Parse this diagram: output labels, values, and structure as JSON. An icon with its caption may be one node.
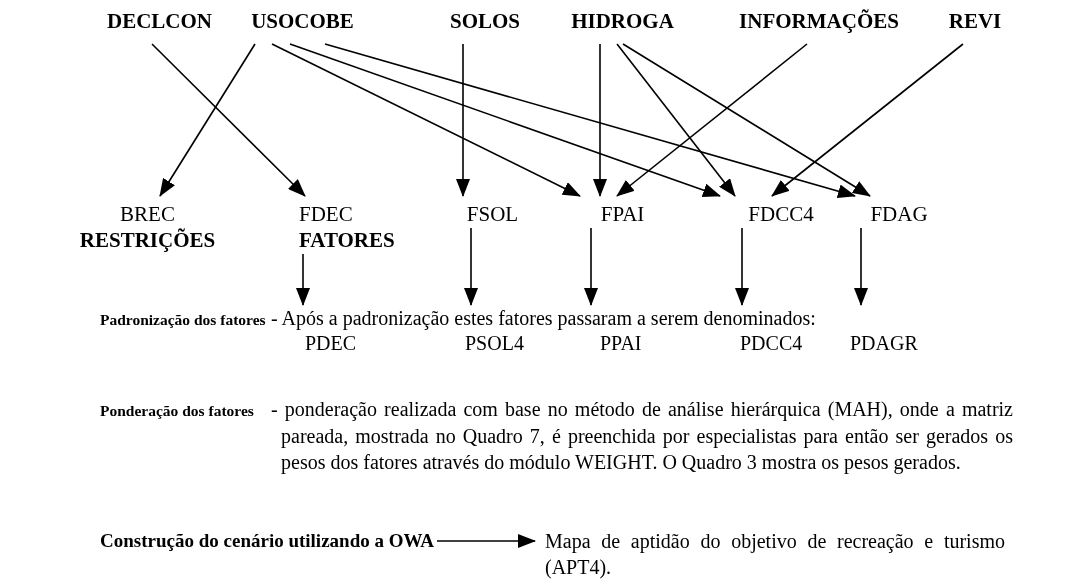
{
  "diagram": {
    "nodes": [
      {
        "text": [
          "DECLCON"
        ]
      },
      {
        "text": [
          "USOCOBE"
        ]
      },
      {
        "text": [
          "SOLOS"
        ]
      },
      {
        "text": [
          "HIDROGA"
        ]
      },
      {
        "text": [
          "INFORMAÇÕES"
        ]
      },
      {
        "text": [
          "REVI"
        ]
      },
      {
        "text": [
          "BREC",
          "RESTRIÇÕES"
        ]
      },
      {
        "text": [
          "FDEC",
          "FATORES"
        ]
      },
      {
        "text": [
          "FSOL"
        ]
      },
      {
        "text": [
          "FPAI"
        ]
      },
      {
        "text": [
          "FDCC4"
        ]
      },
      {
        "text": [
          "FDAG"
        ]
      },
      {
        "text": [
          "Padronização dos fatores",
          "- Após a padronização estes fatores passaram a serem denominados:"
        ]
      },
      {
        "text": [
          "Construção do cenário utilizando a OWA"
        ]
      },
      {
        "text": [
          "Mapa de aptidão do objetivo de recreação e turismo (APT4)."
        ]
      }
    ],
    "edges": [
      {
        "from": 0,
        "to": 7,
        "arrow": "to"
      },
      {
        "from": 1,
        "to": 6,
        "arrow": "to"
      },
      {
        "from": 1,
        "to": 9,
        "arrow": "to"
      },
      {
        "from": 1,
        "to": 10,
        "arrow": "to"
      },
      {
        "from": 1,
        "to": 11,
        "arrow": "to"
      },
      {
        "from": 2,
        "to": 8,
        "arrow": "to"
      },
      {
        "from": 3,
        "to": 9,
        "arrow": "to"
      },
      {
        "from": 3,
        "to": 10,
        "arrow": "to"
      },
      {
        "from": 3,
        "to": 11,
        "arrow": "to"
      },
      {
        "from": 4,
        "to": 9,
        "arrow": "to"
      },
      {
        "from": 5,
        "to": 10,
        "arrow": "to"
      },
      {
        "from": 7,
        "to": 12,
        "arrow": "to"
      },
      {
        "from": 8,
        "to": 12,
        "arrow": "to"
      },
      {
        "from": 9,
        "to": 12,
        "arrow": "to"
      },
      {
        "from": 10,
        "to": 12,
        "arrow": "to"
      },
      {
        "from": 11,
        "to": 12,
        "arrow": "to"
      },
      {
        "from": 13,
        "to": 14,
        "arrow": "to"
      }
    ],
    "labels": [
      "PDEC",
      "PSOL4",
      "PPAI",
      "PDCC4",
      "PDAGR",
      "Ponderação dos fatores",
      "- ponderação realizada com base no método de análise hierárquica (MAH), onde a matriz pareada, mostrada no Quadro 7, é preenchida por especialistas para então ser gerados os pesos dos fatores através do módulo WEIGHT. O Quadro 3 mostra os pesos gerados."
    ]
  }
}
